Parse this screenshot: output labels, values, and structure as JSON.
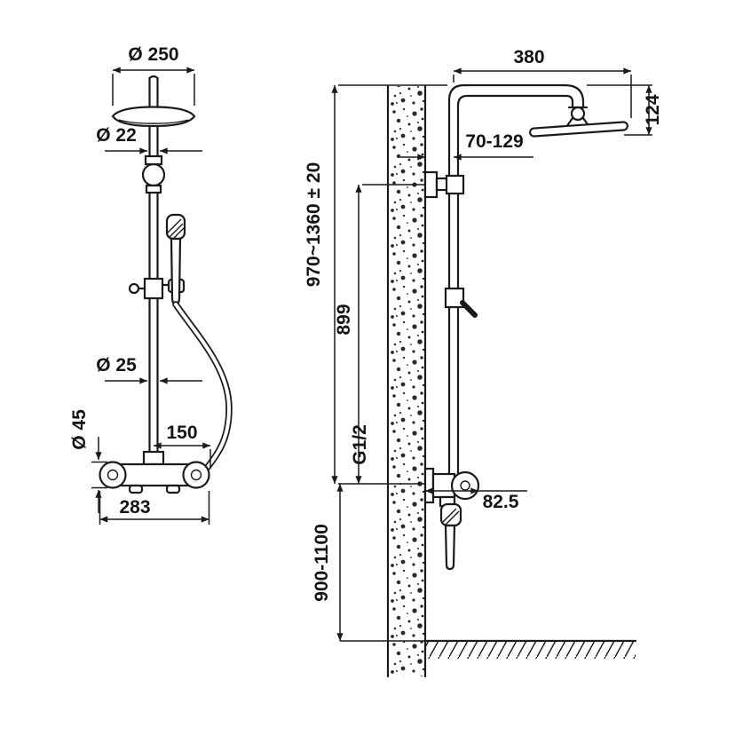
{
  "colors": {
    "line": "#1a1a1a",
    "background": "#ffffff"
  },
  "front_view": {
    "head_diameter": "Ø 250",
    "pipe_diameter": "Ø 22",
    "riser_diameter": "Ø 25",
    "mixer_diameter": "Ø 45",
    "hose_port_offset": "150",
    "mixer_width": "283"
  },
  "side_view": {
    "arm_reach": "380",
    "head_drop": "124",
    "wall_clearance": "70-129",
    "overall_height": "970~1360 ± 20",
    "riser_height": "899",
    "inlet_thread": "G1/2",
    "mixer_projection": "82.5",
    "install_height": "900-1100"
  }
}
